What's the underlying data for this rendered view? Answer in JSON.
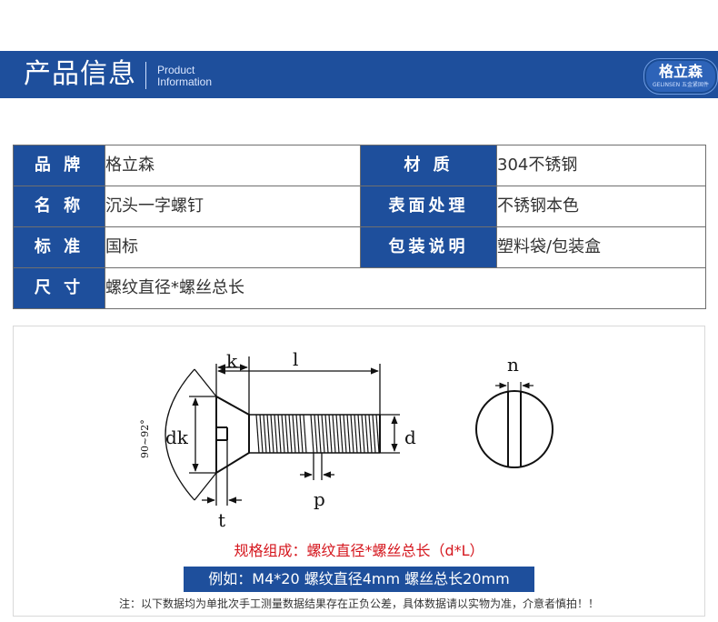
{
  "banner": {
    "title": "产品信息",
    "subtitle_line1": "Product",
    "subtitle_line2": "Information"
  },
  "logo": {
    "main": "格立森",
    "sub": "GELINSEN 五金紧固件"
  },
  "spec_table": {
    "rows": [
      {
        "label1": "品 牌",
        "value1": "格立森",
        "label2": "材 质",
        "value2": "304不锈钢"
      },
      {
        "label1": "名 称",
        "value1": "沉头一字螺钉",
        "label2": "表面处理",
        "value2": "不锈钢本色"
      },
      {
        "label1": "标 准",
        "value1": "国标",
        "label2": "包装说明",
        "value2": "塑料袋/包装盒"
      },
      {
        "label1": "尺 寸",
        "value1": "螺纹直径*螺丝总长"
      }
    ]
  },
  "diagram": {
    "labels": {
      "k": "k",
      "l": "l",
      "angle": "90~92°",
      "dk": "dk",
      "d": "d",
      "t": "t",
      "p": "p",
      "n": "n"
    }
  },
  "rule_text": "规格组成：螺纹直径*螺丝总长（d*L）",
  "example_text": "例如：M4*20 螺纹直径4mm 螺丝总长20mm",
  "note_text": "注：以下数据均为单批次手工测量数据结果存在正负公差，具体数据请以实物为准，介意者慎拍！！",
  "colors": {
    "brand_blue": "#1e4f9c",
    "warning_red": "#d5161d"
  }
}
